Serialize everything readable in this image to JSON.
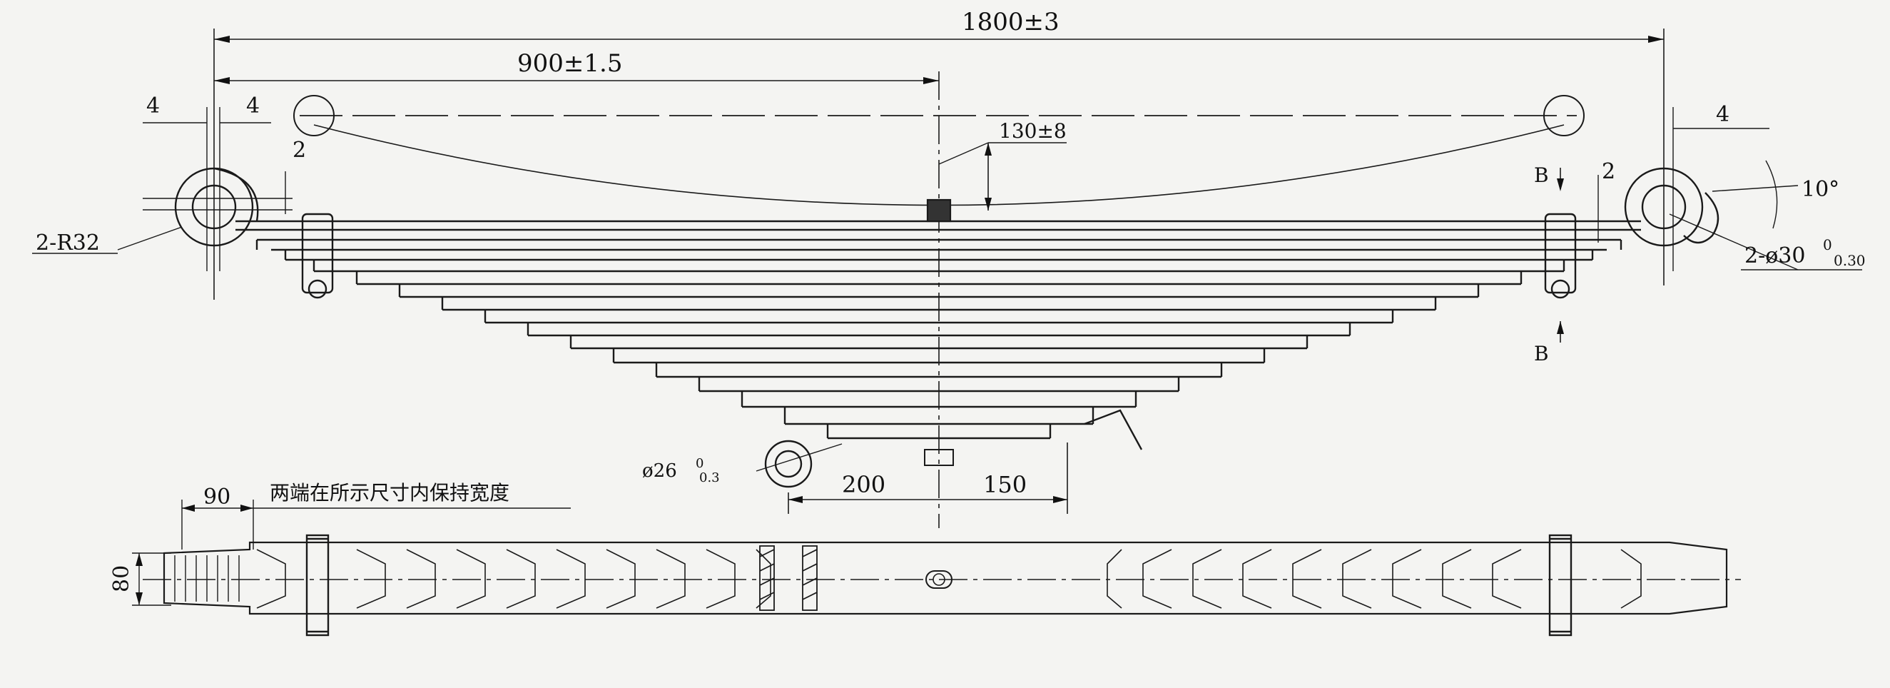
{
  "dimensions": {
    "overall_length": "1800±3",
    "half_length": "900±1.5",
    "camber": "130±8",
    "eye_offset_left_a": "4",
    "eye_offset_left_b": "4",
    "eye_offset_right": "4",
    "clearance_left": "2",
    "clearance_right": "2",
    "eye_radius": "2-R32",
    "eye_diameter_main": "2-ø30",
    "eye_diameter_main_tol_upper": "0",
    "eye_diameter_main_tol_lower": "0.30",
    "angle": "10°",
    "center_bolt_diameter": "ø26",
    "center_bolt_tol_upper": "0",
    "center_bolt_tol_lower": "0.3",
    "pos_left": "200",
    "pos_right": "150",
    "end_length": "90",
    "width": "80",
    "section_mark_top": "B",
    "section_mark_bottom": "B"
  },
  "notes": {
    "width_note": "两端在所示尺寸内保持宽度"
  }
}
